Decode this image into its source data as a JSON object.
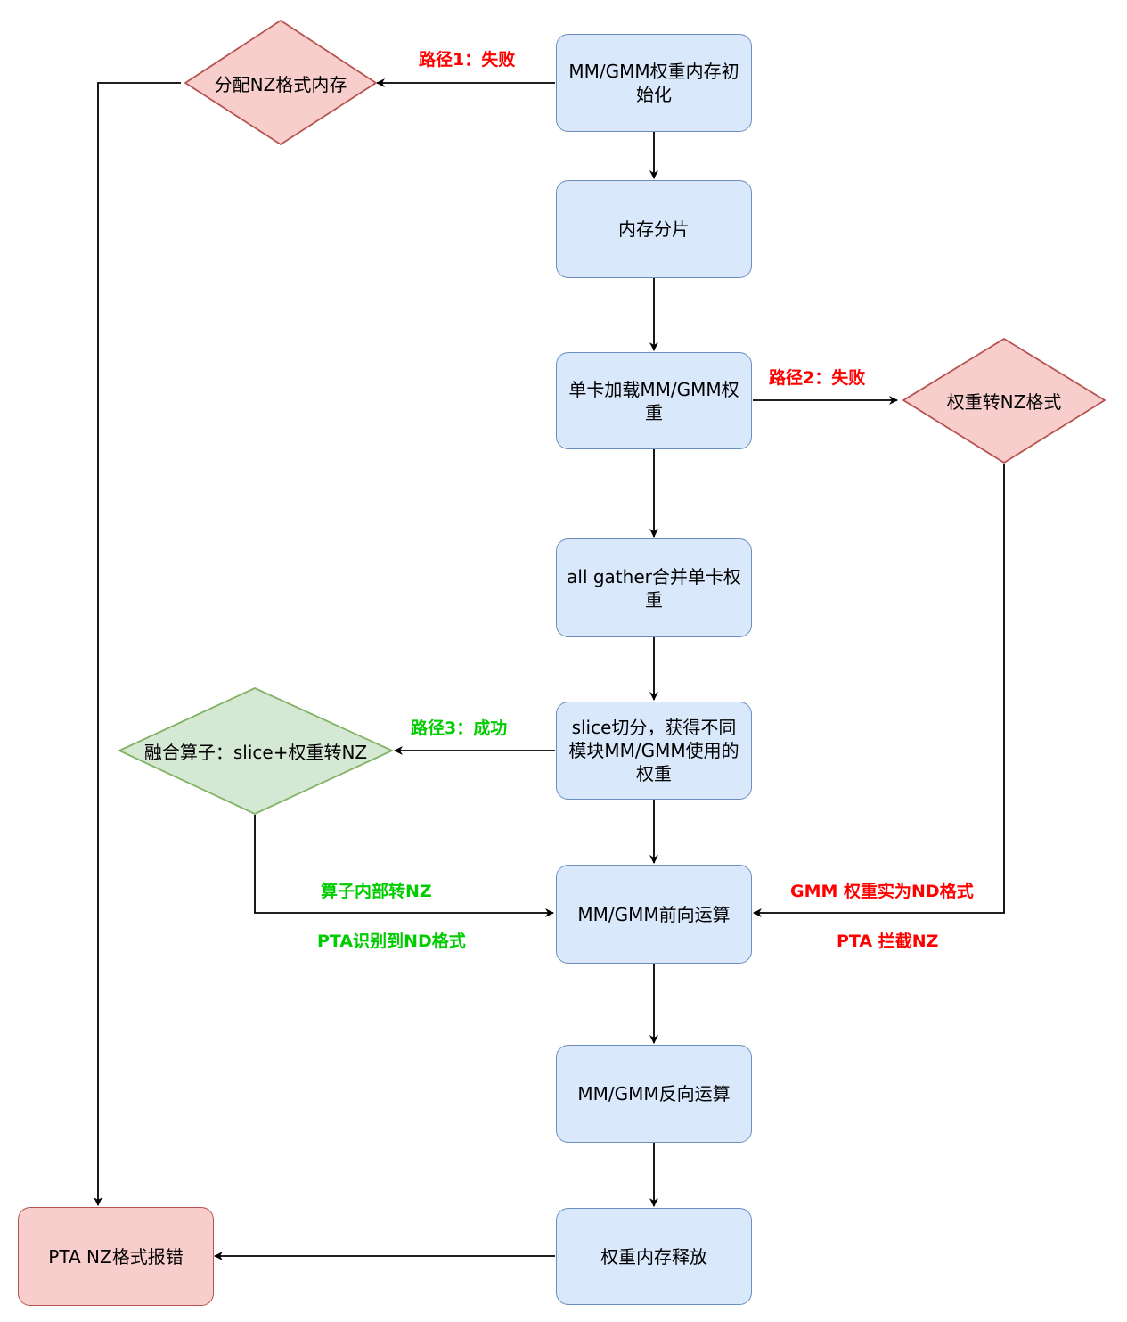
{
  "colors": {
    "process_fill": "#dae8fc",
    "process_stroke": "#6c8ebf",
    "fail_fill": "#f8cecc",
    "fail_stroke": "#b85450",
    "success_fill": "#d5e8d4",
    "success_stroke": "#82b366",
    "fail_text": "#ff0000",
    "success_text": "#00cc00"
  },
  "nodes": {
    "init": "MM/GMM权重内存初始化",
    "shard": "内存分片",
    "load": "单卡加载MM/GMM权重",
    "gather": "all gather合并单卡权重",
    "slice": "slice切分，获得不同模块MM/GMM使用的权重",
    "forward": "MM/GMM前向运算",
    "backward": "MM/GMM反向运算",
    "release": "权重内存释放",
    "error": "PTA NZ格式报错",
    "alloc_nz": "分配NZ格式内存",
    "weight_to_nz": "权重转NZ格式",
    "fused_op": "融合算子：slice+权重转NZ"
  },
  "edge_labels": {
    "path1": "路径1：失败",
    "path2": "路径2：失败",
    "path3": "路径3：成功",
    "op_internal_nz": "算子内部转NZ",
    "pta_detect_nd": "PTA识别到ND格式",
    "gmm_nd": "GMM 权重实为ND格式",
    "pta_intercept": "PTA 拦截NZ"
  }
}
